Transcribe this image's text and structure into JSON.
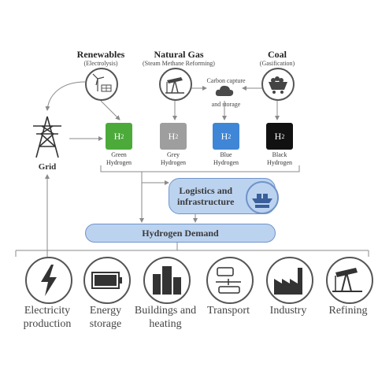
{
  "sources": {
    "renewables": {
      "title": "Renewables",
      "subtitle": "(Electrolysis)"
    },
    "natural_gas": {
      "title": "Natural Gas",
      "subtitle": "(Steam Methane Reforming)"
    },
    "coal": {
      "title": "Coal",
      "subtitle": "(Gasification)"
    }
  },
  "carbon_capture": {
    "line1": "Carbon capture",
    "line2": "and storage"
  },
  "grid": {
    "label": "Grid"
  },
  "hydrogen": [
    {
      "symbol": "H",
      "subscript": "2",
      "line1": "Green",
      "line2": "Hydrogen",
      "color": "#4caa3a"
    },
    {
      "symbol": "H",
      "subscript": "2",
      "line1": "Grey",
      "line2": "Hydrogen",
      "color": "#9e9e9e"
    },
    {
      "symbol": "H",
      "subscript": "2",
      "line1": "Blue",
      "line2": "Hydrogen",
      "color": "#3f86d6"
    },
    {
      "symbol": "H",
      "subscript": "2",
      "line1": "Black",
      "line2": "Hydrogen",
      "color": "#111111"
    }
  ],
  "logistics": {
    "line1": "Logistics and",
    "line2": "infrastructure"
  },
  "demand": {
    "label": "Hydrogen Demand"
  },
  "uses": [
    {
      "line1": "Electricity",
      "line2": "production",
      "icon": "lightning-icon"
    },
    {
      "line1": "Energy",
      "line2": "storage",
      "icon": "battery-icon"
    },
    {
      "line1": "Buildings and",
      "line2": "heating",
      "icon": "buildings-icon"
    },
    {
      "line1": "Transport",
      "line2": "",
      "icon": "transport-icon"
    },
    {
      "line1": "Industry",
      "line2": "",
      "icon": "factory-icon"
    },
    {
      "line1": "Refining",
      "line2": "",
      "icon": "pumpjack-icon"
    }
  ],
  "colors": {
    "pill_fill": "#bcd3f0",
    "pill_stroke": "#6f93c9",
    "line": "#8a8a8a"
  }
}
